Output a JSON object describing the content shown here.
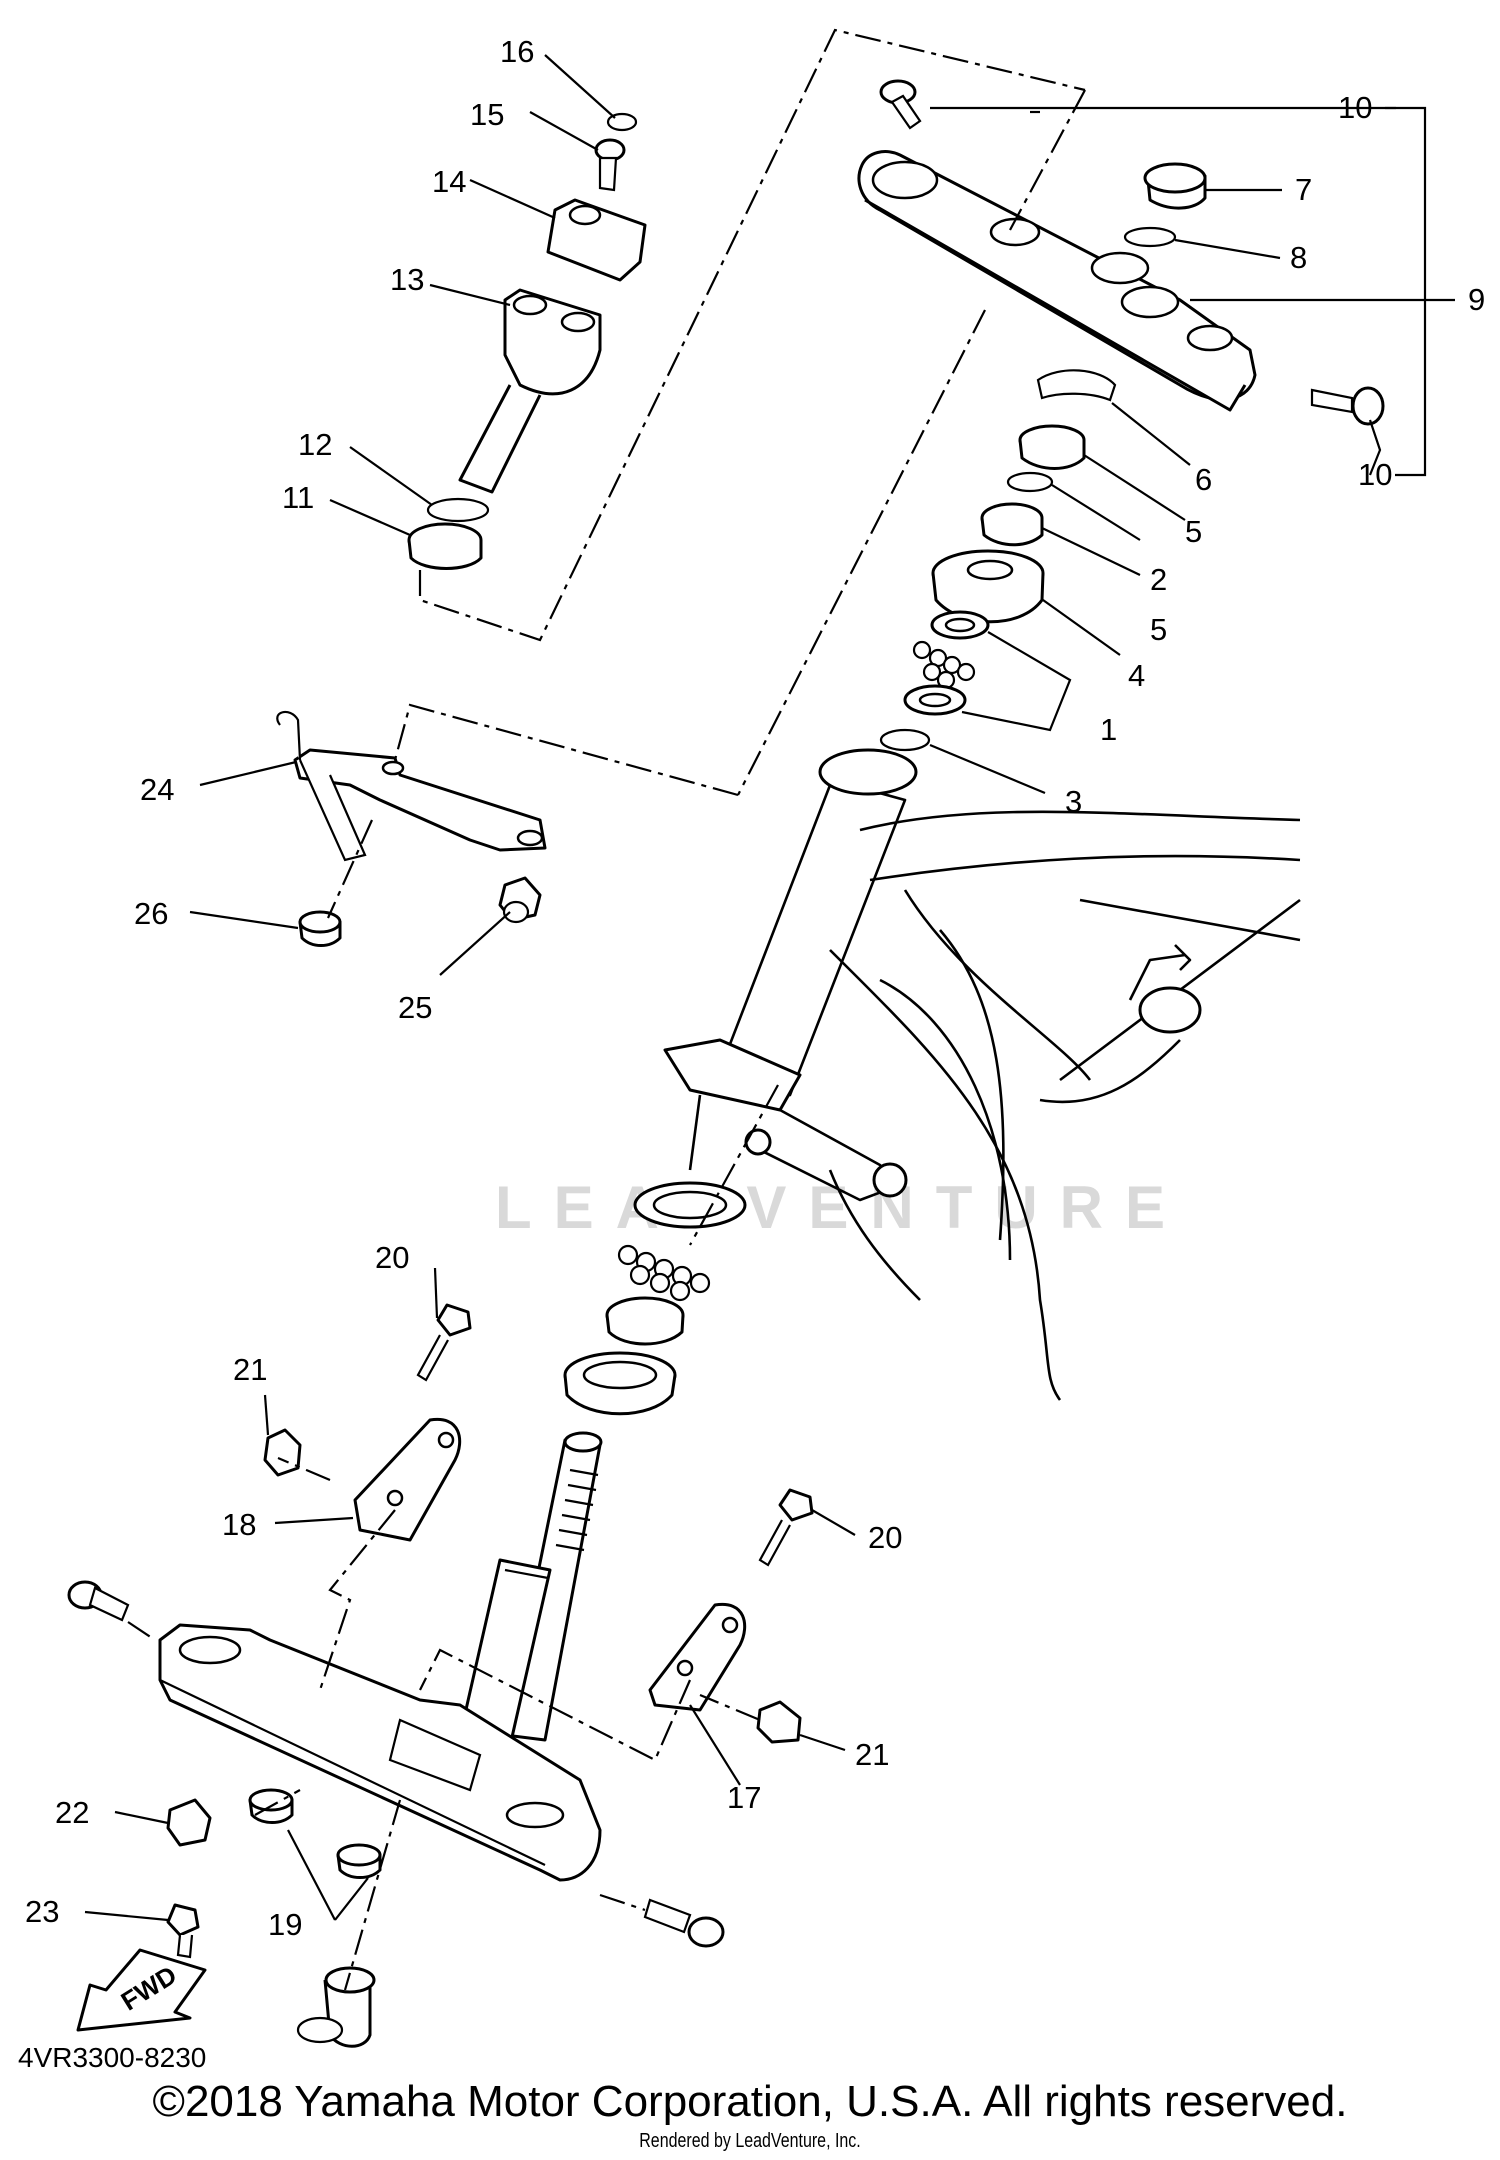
{
  "diagram_code": "4VR3300-8230",
  "copyright": "©2018 Yamaha Motor Corporation, U.S.A. All rights reserved.",
  "renderer_credit": "Rendered by LeadVenture, Inc.",
  "watermark": "LEADVENTURE",
  "fwd_label": "FWD",
  "callouts": {
    "c1": "1",
    "c2": "2",
    "c3": "3",
    "c4": "4",
    "c5a": "5",
    "c5b": "5",
    "c6": "6",
    "c7": "7",
    "c8": "8",
    "c9": "9",
    "c10a": "10",
    "c10b": "10",
    "c11": "11",
    "c12": "12",
    "c13": "13",
    "c14": "14",
    "c15": "15",
    "c16": "16",
    "c17": "17",
    "c18": "18",
    "c19": "19",
    "c20a": "20",
    "c20b": "20",
    "c21a": "21",
    "c21b": "21",
    "c22": "22",
    "c23": "23",
    "c24": "24",
    "c25": "25",
    "c26": "26"
  }
}
